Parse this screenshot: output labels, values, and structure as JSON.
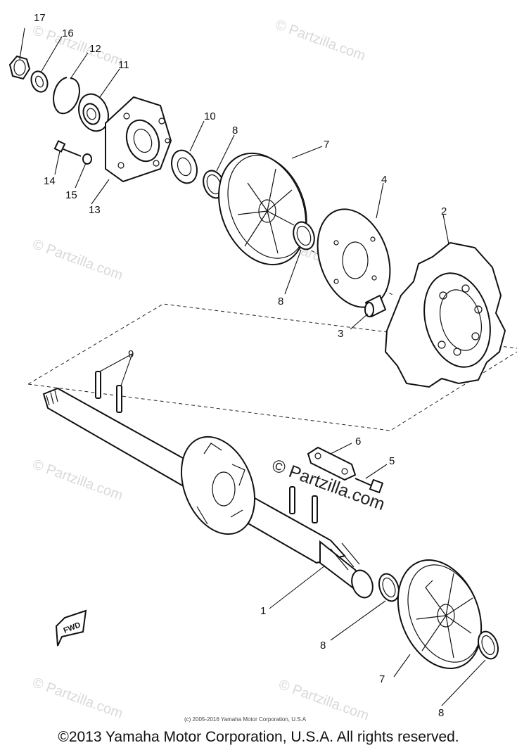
{
  "callouts": {
    "c1": "1",
    "c2": "2",
    "c3": "3",
    "c4": "4",
    "c5": "5",
    "c6": "6",
    "c7a": "7",
    "c7b": "7",
    "c8a": "8",
    "c8b": "8",
    "c8c": "8",
    "c8d": "8",
    "c9": "9",
    "c10": "10",
    "c11": "11",
    "c12": "12",
    "c13": "13",
    "c14": "14",
    "c15": "15",
    "c16": "16",
    "c17": "17"
  },
  "fwd_label": "FWD",
  "watermark": {
    "text": "© Partzilla.com",
    "center_text": "© Partzilla.com"
  },
  "small_copyright": "(c) 2005-2016 Yamaha Motor Corporation, U.S.A",
  "copyright": "©2013 Yamaha Motor Corporation, U.S.A. All rights reserved."
}
